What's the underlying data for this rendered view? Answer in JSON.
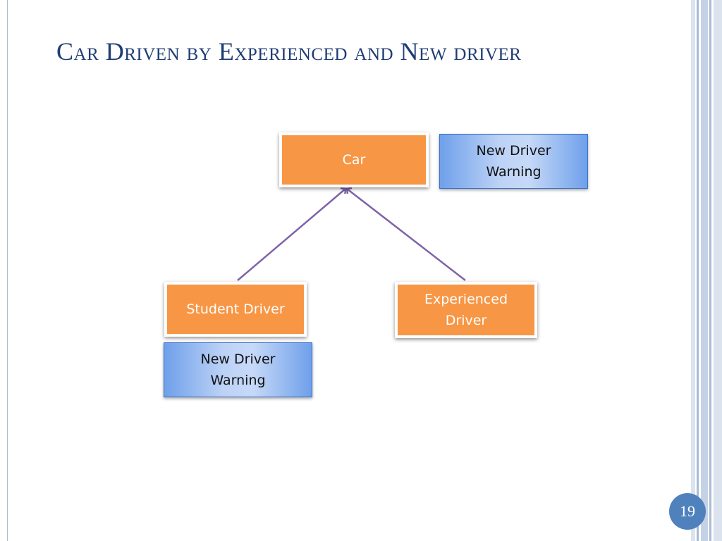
{
  "slide": {
    "title": "Car Driven by Experienced and New driver",
    "page_number": "19"
  },
  "diagram": {
    "nodes": {
      "car": "Car",
      "student_driver": "Student Driver",
      "experienced_driver": "Experienced Driver",
      "warning_top": "New Driver Warning",
      "warning_bottom": "New Driver Warning"
    },
    "edges": [
      {
        "from": "student_driver",
        "to": "car"
      },
      {
        "from": "experienced_driver",
        "to": "car"
      }
    ]
  },
  "colors": {
    "title": "#1f3c73",
    "orange_box": "#f79645",
    "blue_box_edge": "#6fa0ea",
    "blue_box_center": "#c6d9f8",
    "connector": "#7f63a8",
    "page_badge": "#4f81bd"
  }
}
